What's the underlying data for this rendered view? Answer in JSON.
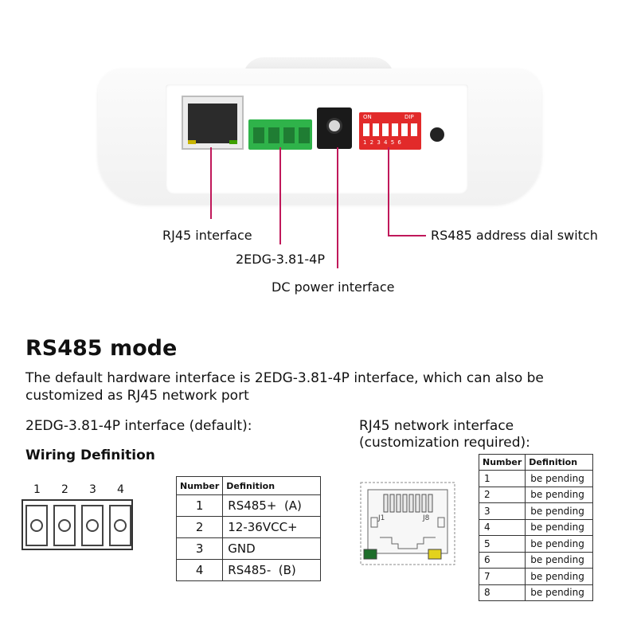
{
  "callouts": {
    "rj45": "RJ45 interface",
    "terminal": "2EDG-3.81-4P",
    "dc": "DC power interface",
    "dip": "RS485 address dial switch"
  },
  "device": {
    "dip_on": "ON",
    "dip_label": "DIP",
    "dip_numbers": "1 2 3 4 5 6"
  },
  "title": "RS485 mode",
  "description": "The default hardware interface is 2EDG-3.81-4P interface, which can also be customized as RJ45 network port",
  "left_heading": "2EDG-3.81-4P interface (default):",
  "wiring_title": "Wiring Definition",
  "pin_numbers": [
    "1",
    "2",
    "3",
    "4"
  ],
  "right_heading_1": "RJ45 network interface",
  "right_heading_2": "(customization required):",
  "jack_labels": {
    "left": "J1",
    "right": "J8"
  },
  "table1": {
    "headers": [
      "Number",
      "Definition"
    ],
    "rows": [
      {
        "number": "1",
        "definition": "RS485+  (A)"
      },
      {
        "number": "2",
        "definition": "12-36VCC+"
      },
      {
        "number": "3",
        "definition": "GND"
      },
      {
        "number": "4",
        "definition": "RS485-  (B)"
      }
    ]
  },
  "table2": {
    "headers": [
      "Number",
      "Definition"
    ],
    "rows": [
      {
        "number": "1",
        "definition": "be pending"
      },
      {
        "number": "2",
        "definition": "be pending"
      },
      {
        "number": "3",
        "definition": "be pending"
      },
      {
        "number": "4",
        "definition": "be pending"
      },
      {
        "number": "5",
        "definition": "be pending"
      },
      {
        "number": "6",
        "definition": "be pending"
      },
      {
        "number": "7",
        "definition": "be pending"
      },
      {
        "number": "8",
        "definition": "be pending"
      }
    ]
  },
  "colors": {
    "callout_line": "#c0185a",
    "terminal_green": "#2fb34a",
    "dip_red": "#e22a2a"
  }
}
